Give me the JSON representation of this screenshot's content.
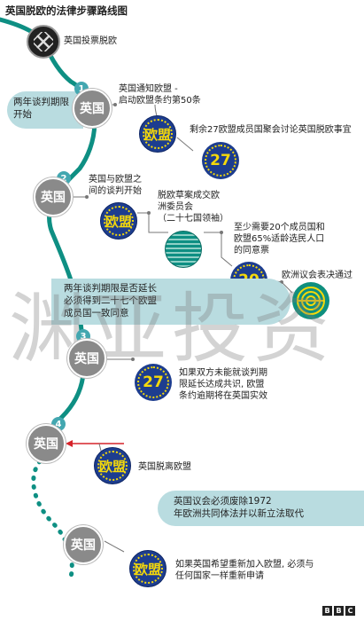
{
  "title": "英国脱欧的法律步骤路线图",
  "steps": {
    "s1": "1",
    "s2": "2",
    "s3": "3",
    "s4": "4"
  },
  "uk_label": "英国",
  "eu_label": "欧盟",
  "eu27_label": "27",
  "eu20_label": "20",
  "labels": {
    "referendum": "英国投票脱欧",
    "notify_1": "英国通知欧盟 -",
    "notify_2": "启动欧盟条约第50条",
    "eu27_meet": "剩余27欧盟成员国聚会讨论英国脱欧事宜",
    "negotiate_1": "英国与欧盟之",
    "negotiate_2": "间的谈判开始",
    "draft_1": "脱欧草案成交欧",
    "draft_2": "洲委员会",
    "draft_3": "（二十七国领袖）",
    "qmv_1": "至少需要20个成员国和",
    "qmv_2": "欧盟65%适龄选民人口",
    "qmv_3": "的同意票",
    "ep_vote": "欧洲议会表决通过",
    "no_deal_1": "如果双方未能就谈判期",
    "no_deal_2": "限延长达成共识, 欧盟",
    "no_deal_3": "条约逾期将在英国实效",
    "uk_leaves": "英国脱离欧盟",
    "rejoin_1": "如果英国希望重新加入欧盟, 必须与",
    "rejoin_2": "任何国家一样重新申请"
  },
  "boxes": {
    "two_year_1": "两年谈判期限",
    "two_year_2": "开始",
    "extend_1": "两年谈判期限是否延长",
    "extend_2": "必须得到二十七个欧盟",
    "extend_3": "成员国一致同意",
    "repeal_1": "英国议会必须废除1972",
    "repeal_2": "年欧洲共同体法并以新立法取代"
  },
  "watermark": "渊亚投资",
  "bbc": [
    "B",
    "B",
    "C"
  ],
  "colors": {
    "teal": "#0e8f83",
    "box": "#b9dce0",
    "eu_blue": "#1d3d8f",
    "eu_yellow": "#f5d90a",
    "uk_grey": "#8a8a8a",
    "arrow_red": "#d6232a"
  }
}
